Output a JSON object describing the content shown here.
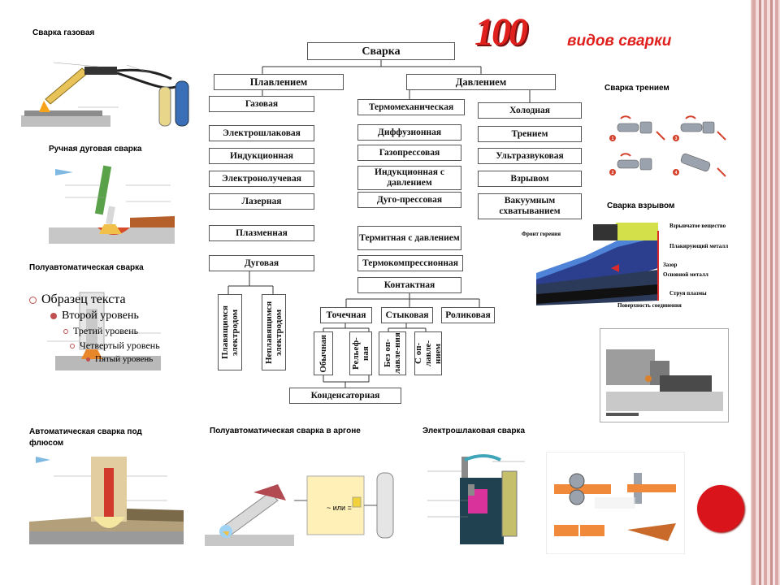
{
  "header": {
    "number": "100",
    "title": "видов сварки"
  },
  "labels": {
    "gas": "Сварка газовая",
    "manual_arc": "Ручная дуговая сварка",
    "semi_auto": "Полуавтоматическая сварка",
    "friction": "Сварка трением",
    "explosion": "Сварка взрывом",
    "auto_flux": "Автоматическая сварка под флюсом",
    "semi_argon": "Полуавтоматическая сварка в аргоне",
    "electroslag": "Электрошлаковая сварка"
  },
  "outline": {
    "l1": "Образец текста",
    "l2": "Второй уровень",
    "l3": "Третий уровень",
    "l4": "Четвертый уровень",
    "l5": "Пятый уровень"
  },
  "diagram": {
    "root": "Сварка",
    "melt": "Плавлением",
    "pressure": "Давлением",
    "melt_items": [
      "Газовая",
      "Электрошлаковая",
      "Индукционная",
      "Электронолучевая",
      "Лазерная",
      "Плазменная",
      "Дуговая"
    ],
    "arc_sub": [
      "Плавящимся электродом",
      "Неплавящимся электродом"
    ],
    "thermo": "Термомеханическая",
    "thermo_items": [
      "Диффузионная",
      "Газопрессовая",
      "Индукционная с давлением",
      "Дуго-прессовая",
      "Термитная с давлением",
      "Термокомпрессионная",
      "Контактная"
    ],
    "cold": "Холодная",
    "cold_items": [
      "Трением",
      "Ультразвуковая",
      "Взрывом",
      "Вакуумным схватыванием"
    ],
    "contact_types": [
      "Точечная",
      "Стыковая",
      "Роликовая"
    ],
    "point_sub": [
      "Обычная",
      "Рельеф-ная"
    ],
    "butt_sub": [
      "Без оп-лавле-ния",
      "С оп-лавле-нием"
    ],
    "capacitor": "Конденсаторная"
  },
  "explosion_labels": {
    "front": "Фронт горения",
    "explosive": "Взрывчатое вещество",
    "plated": "Плакирующий металл",
    "gap": "Зазор",
    "base": "Основной металл",
    "plasma": "Струя плазмы",
    "surface": "Поверхность соединения"
  },
  "friction_steps": [
    "1",
    "2",
    "3",
    "4"
  ],
  "argon_labels": {
    "ac": "~ или ="
  },
  "colors": {
    "accent": "#e0201d",
    "bullet": "#c0504d",
    "dot": "#d9141b"
  }
}
